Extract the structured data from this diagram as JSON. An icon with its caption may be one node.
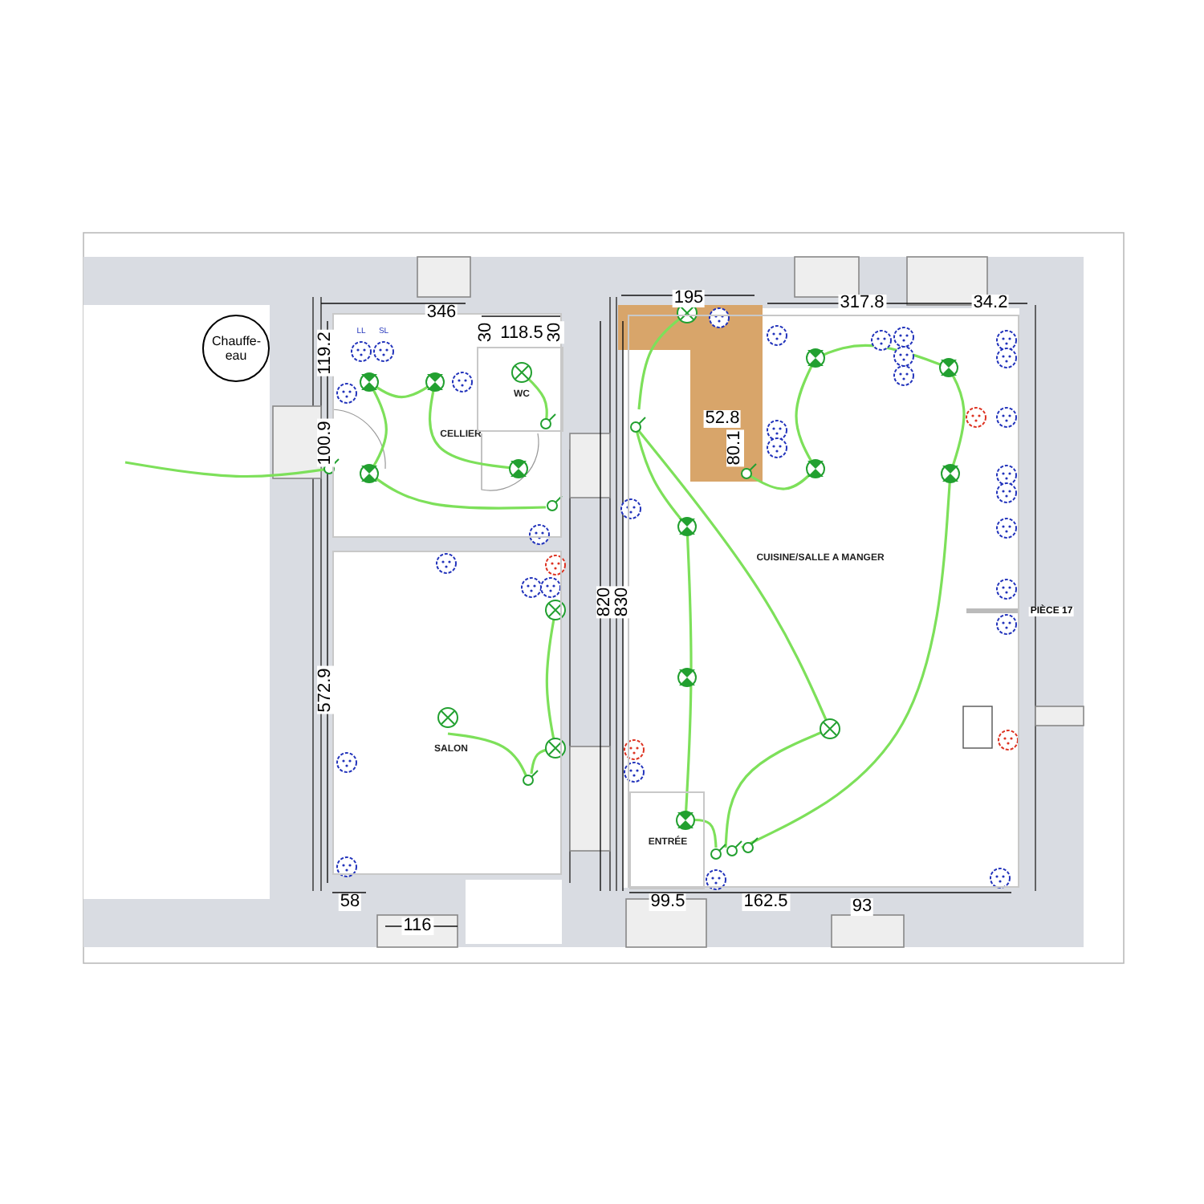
{
  "diagram": {
    "nodes": [
      {
        "text": [
          "Chauffe-eau"
        ]
      },
      {
        "text": [
          "CELLIER"
        ]
      },
      {
        "text": [
          "WC"
        ],
        "in": 1
      },
      {
        "text": [
          "SALON"
        ]
      },
      {
        "text": [
          "CUISINE/SALLE A MANGER"
        ]
      },
      {
        "text": [
          "ENTRÉE"
        ],
        "in": 4
      }
    ],
    "labels": [
      "346",
      "LL",
      "SL",
      "119.2",
      "30",
      "118.5",
      "30",
      "195",
      "317.8",
      "34.2",
      "100.9",
      "52.8",
      "80.1",
      "PIÈCE 17",
      "820",
      "830",
      "572.9",
      "58",
      "116",
      "99.5",
      "162.5",
      "93"
    ]
  }
}
